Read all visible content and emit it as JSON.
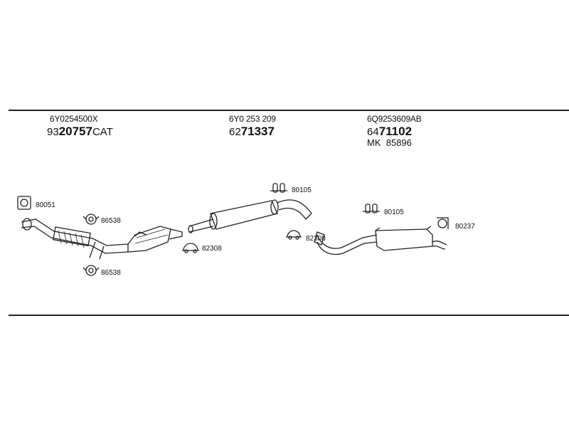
{
  "groups": [
    {
      "ref": "6Y0254500X",
      "prefix": "93",
      "number": "20757",
      "suffix": "CAT",
      "extra_label": "",
      "extra_value": ""
    },
    {
      "ref": "6Y0 253 209",
      "prefix": "62",
      "number": "71337",
      "suffix": "",
      "extra_label": "",
      "extra_value": ""
    },
    {
      "ref": "6Q9253609AB",
      "prefix": "64",
      "number": "71102",
      "suffix": "",
      "extra_label": "MK",
      "extra_value": "85896"
    }
  ],
  "parts": {
    "gasket": "80051",
    "clamp_upper": "86538",
    "clamp_lower": "86538",
    "clamp_cat": "82308",
    "hanger_mid": "80105",
    "clamp_rear": "82308",
    "hanger_rear": "80105",
    "ring_rear": "80237"
  },
  "colors": {
    "line": "#222222",
    "text": "#111111"
  }
}
